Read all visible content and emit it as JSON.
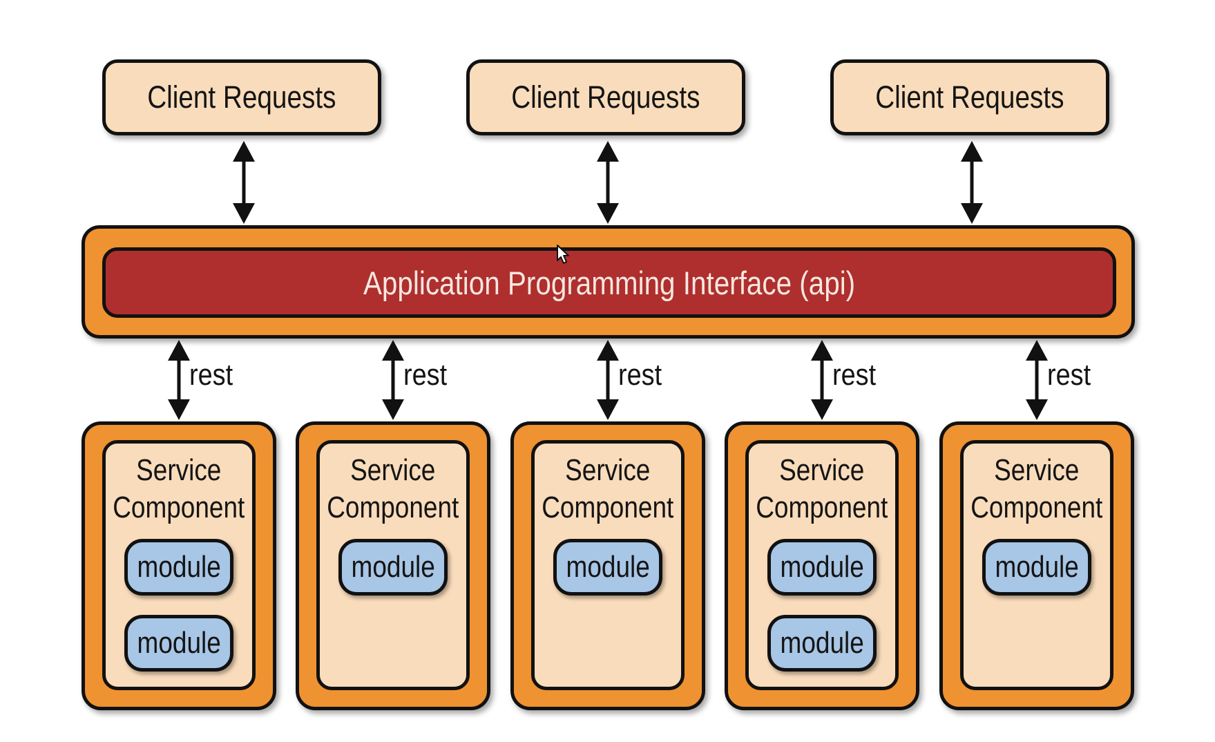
{
  "clients": [
    {
      "label": "Client Requests"
    },
    {
      "label": "Client Requests"
    },
    {
      "label": "Client Requests"
    }
  ],
  "api": {
    "label": "Application Programming Interface (api)"
  },
  "connections": [
    {
      "label": "rest"
    },
    {
      "label": "rest"
    },
    {
      "label": "rest"
    },
    {
      "label": "rest"
    },
    {
      "label": "rest"
    }
  ],
  "services": [
    {
      "title_line1": "Service",
      "title_line2": "Component",
      "modules": [
        "module",
        "module"
      ]
    },
    {
      "title_line1": "Service",
      "title_line2": "Component",
      "modules": [
        "module"
      ]
    },
    {
      "title_line1": "Service",
      "title_line2": "Component",
      "modules": [
        "module"
      ]
    },
    {
      "title_line1": "Service",
      "title_line2": "Component",
      "modules": [
        "module",
        "module"
      ]
    },
    {
      "title_line1": "Service",
      "title_line2": "Component",
      "modules": [
        "module"
      ]
    }
  ],
  "colors": {
    "client_fill": "#f9dcbb",
    "api_outer": "#ef9231",
    "api_inner": "#ae2f2d",
    "service_outer": "#ef9231",
    "service_inner": "#f9dcbb",
    "module_fill": "#a8c6e6"
  }
}
